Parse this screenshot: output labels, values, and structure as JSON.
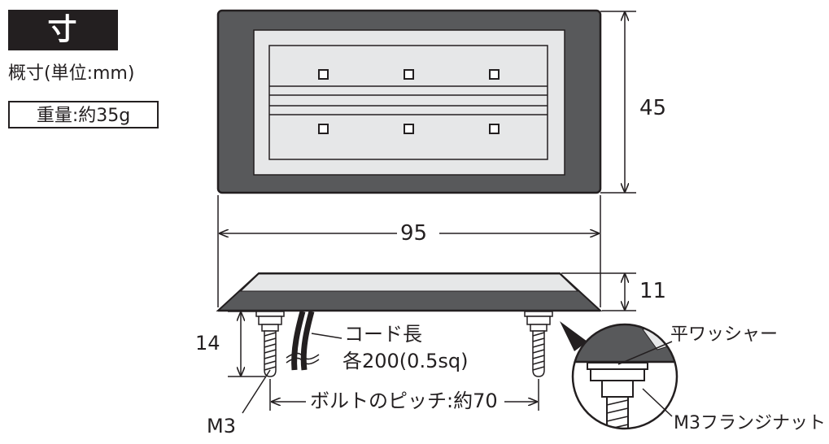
{
  "header": {
    "title": "寸 法",
    "subtitle": "概寸(単位:mm)",
    "weight": "重量:約35g"
  },
  "dimensions": {
    "height": "45",
    "width": "95",
    "thickness": "11",
    "bolt_length": "14",
    "bolt_pitch": "ボルトのピッチ:約70",
    "bolt_size": "M3"
  },
  "callouts": {
    "cord_line1": "コード長",
    "cord_line2": "各200(0.5sq)",
    "washer": "平ワッシャー",
    "nut": "M3フランジナット"
  },
  "colors": {
    "frame": "#58595b",
    "lens": "#e6e7e8",
    "ink": "#231f20"
  }
}
